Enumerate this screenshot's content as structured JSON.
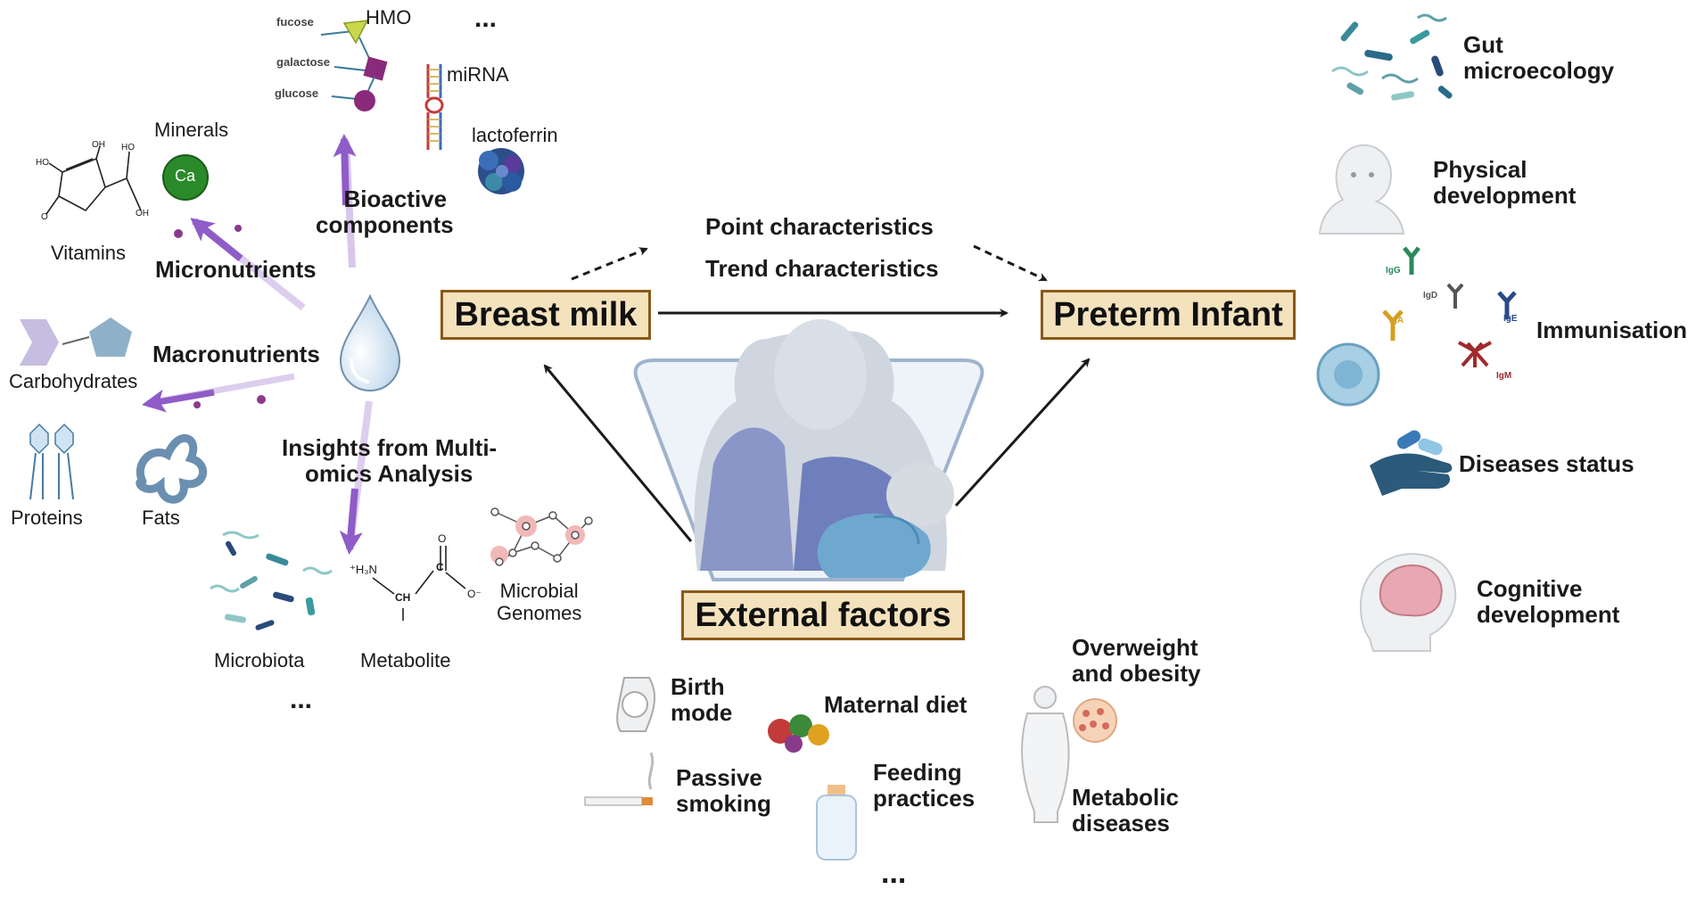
{
  "nodes": {
    "breast_milk": "Breast milk",
    "preterm_infant": "Preterm Infant",
    "external_factors": "External factors"
  },
  "links": {
    "point": "Point characteristics",
    "trend": "Trend characteristics"
  },
  "milk_components": {
    "bioactive": [
      "Bioactive",
      "components"
    ],
    "micronutrients": "Micronutrients",
    "macronutrients": "Macronutrients",
    "multiomics": [
      "Insights from Multi-",
      "omics Analysis"
    ],
    "hmo": "HMO",
    "fucose": "fucose",
    "galactose": "galactose",
    "glucose": "glucose",
    "mirna": "miRNA",
    "lactoferrin": "lactoferrin",
    "minerals": "Minerals",
    "ca": "Ca",
    "vitamins": "Vitamins",
    "carbohydrates": "Carbohydrates",
    "proteins": "Proteins",
    "fats": "Fats",
    "microbiota": "Microbiota",
    "metabolite": "Metabolite",
    "microbial_genomes": [
      "Microbial",
      "Genomes"
    ],
    "ellipsis": "..."
  },
  "chem": {
    "oh1": "HO",
    "oh2": "OH",
    "oh3": "HO",
    "o1": "O",
    "oh4": "OH",
    "nh3": "⁺H₃N",
    "ch": "CH",
    "c": "C",
    "o2": "O",
    "o3": "O⁻"
  },
  "outcomes": {
    "gut": [
      "Gut",
      "microecology"
    ],
    "physical": [
      "Physical",
      "development"
    ],
    "immunisation": "Immunisation",
    "diseases": "Diseases status",
    "cognitive": [
      "Cognitive",
      "development"
    ],
    "ig": {
      "igg": "IgG",
      "igd": "IgD",
      "ige": "IgE",
      "iga": "IgA",
      "igm": "IgM"
    }
  },
  "external": {
    "birth_mode": [
      "Birth",
      "mode"
    ],
    "maternal_diet": "Maternal diet",
    "overweight": [
      "Overweight",
      "and obesity"
    ],
    "passive_smoking": [
      "Passive",
      "smoking"
    ],
    "feeding_practices": [
      "Feeding",
      "practices"
    ],
    "metabolic": [
      "Metabolic",
      "diseases"
    ],
    "ellipsis": "..."
  },
  "colors": {
    "box_fill": "#f4e2bd",
    "box_border": "#8a5a18",
    "arrow_purple": "#8f5cc8",
    "arrow_dark": "#1a1a1a"
  }
}
